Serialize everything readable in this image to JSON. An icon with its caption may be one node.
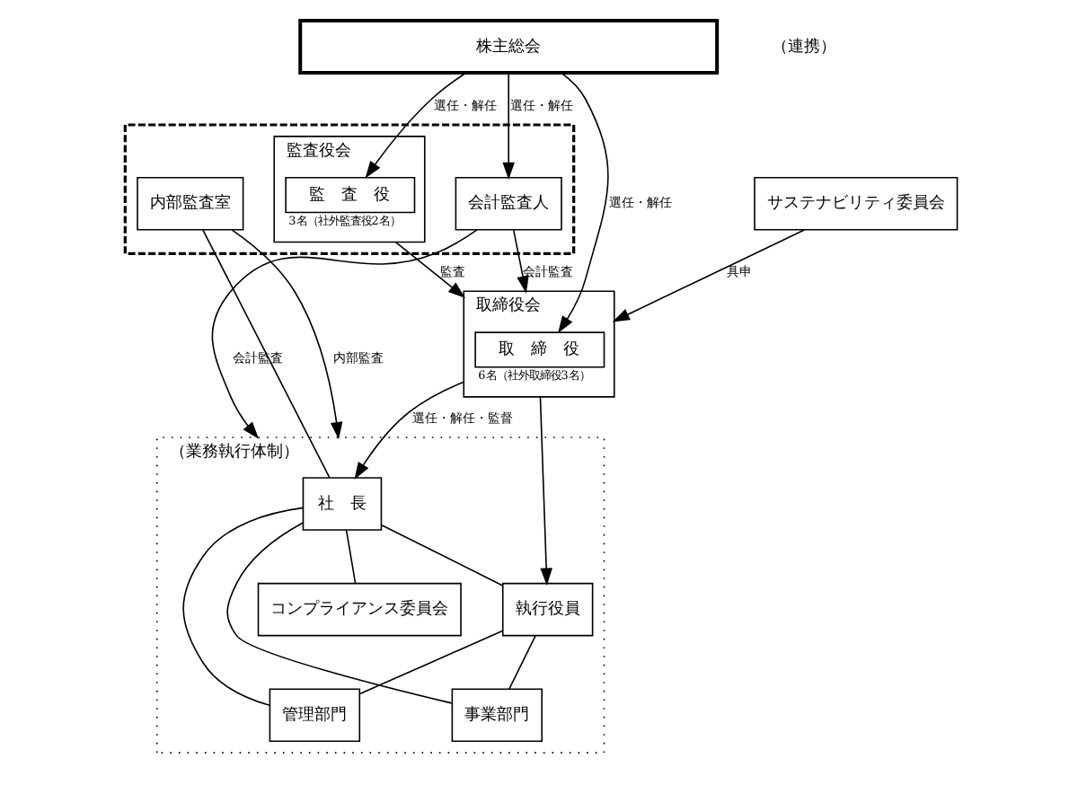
{
  "diagram": {
    "nodes": [
      {
        "text": [
          "株主総会"
        ]
      },
      {
        "text": [],
        "shape": "box"
      },
      {
        "text": [
          "監査役会"
        ],
        "in": 1
      },
      {
        "text": [
          "監　査　役"
        ],
        "in": 2,
        "beside": [
          "3名（社外監査役2名）"
        ]
      },
      {
        "text": [
          "会計監査人"
        ],
        "in": 1
      },
      {
        "text": [
          "内部監査室"
        ],
        "in": 1
      },
      {
        "text": [
          "取締役会"
        ]
      },
      {
        "text": [
          "取　締　役"
        ],
        "in": 6,
        "beside": [
          "6名（社外取締役3名）"
        ]
      },
      {
        "text": [
          "サステナビリティ委員会"
        ]
      },
      {
        "text": [
          "（業務執行体制）"
        ]
      },
      {
        "text": [
          "社　長"
        ],
        "in": 9
      },
      {
        "text": [
          "執行役員"
        ],
        "in": 9
      },
      {
        "text": [
          "事業部門"
        ],
        "in": 9
      },
      {
        "text": [
          "管理部門"
        ],
        "in": 9
      },
      {
        "text": [
          "コンプライアンス委員会"
        ],
        "in": 9
      }
    ],
    "edges": [
      {
        "from": 0,
        "to": 3,
        "arrow": "to",
        "label": "選任・解任"
      },
      {
        "from": 0,
        "to": 4,
        "arrow": "to",
        "label": "選任・解任"
      },
      {
        "from": 0,
        "to": 7,
        "arrow": "to",
        "label": "選任・解任"
      },
      {
        "from": 2,
        "to": 6,
        "arrow": "to",
        "label": "監査"
      },
      {
        "from": 4,
        "to": 6,
        "arrow": "to",
        "label": "会計監査"
      },
      {
        "from": 4,
        "to": 9,
        "arrow": "to",
        "label": "会計監査"
      },
      {
        "from": 8,
        "to": 6,
        "arrow": "to",
        "label": "具申"
      },
      {
        "from": 6,
        "to": 10,
        "arrow": "to",
        "label": "選任・解任・監督"
      },
      {
        "from": 6,
        "to": 11,
        "arrow": "to"
      },
      {
        "from": 5,
        "to": 10,
        "arrow": "none"
      },
      {
        "from": 5,
        "to": 9,
        "arrow": "to",
        "label": "内部監査"
      },
      {
        "from": 10,
        "to": 11,
        "arrow": "none"
      },
      {
        "from": 10,
        "to": 12,
        "arrow": "none"
      },
      {
        "from": 10,
        "to": 13,
        "arrow": "none"
      },
      {
        "from": 11,
        "to": 12,
        "arrow": "none"
      },
      {
        "from": 11,
        "to": 13,
        "arrow": "none"
      },
      {
        "from": 10,
        "to": 14,
        "arrow": "none"
      }
    ],
    "labels": [
      "（連携）"
    ]
  }
}
